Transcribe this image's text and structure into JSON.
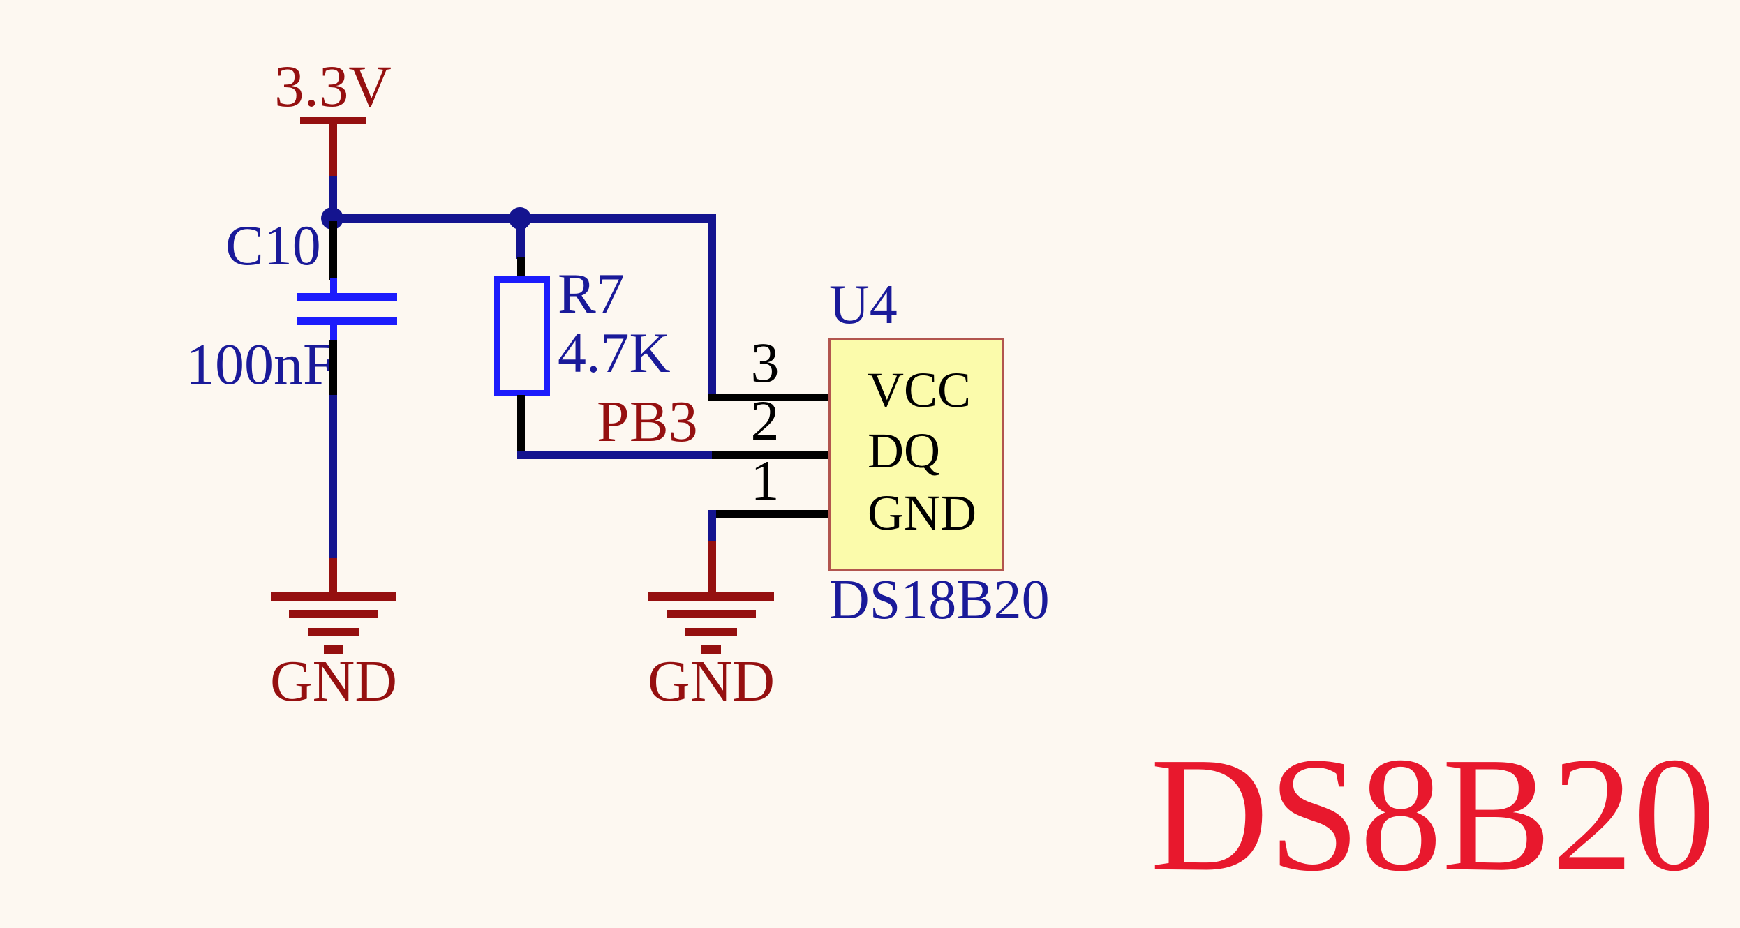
{
  "colors": {
    "background": "#FDF8F1",
    "wire_navy": "#14148F",
    "label_navy": "#1A1A99",
    "symbol_blue": "#1C1CFC",
    "dark_red": "#951010",
    "black": "#000000",
    "ic_fill": "#FBFBAB",
    "ic_border": "#B2554E",
    "title_red": "#E8182D"
  },
  "schematic": {
    "power_label": "3.3V",
    "capacitor": {
      "ref": "C10",
      "value": "100nF"
    },
    "resistor": {
      "ref": "R7",
      "value": "4.7K"
    },
    "dq_net_label": "PB3",
    "ic": {
      "ref": "U4",
      "part": "DS18B20",
      "pins": [
        {
          "number": "3",
          "name": "VCC"
        },
        {
          "number": "2",
          "name": "DQ"
        },
        {
          "number": "1",
          "name": "GND"
        }
      ]
    },
    "ground_left": {
      "label": "GND"
    },
    "ground_right": {
      "label": "GND"
    },
    "title": "DS8B20"
  }
}
